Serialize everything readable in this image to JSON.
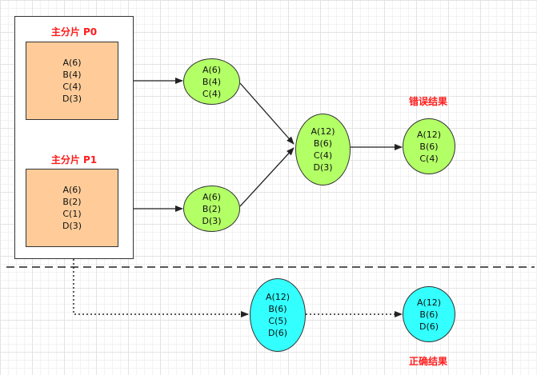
{
  "colors": {
    "shard_fill": "#ffcc99",
    "step_fill": "#b3ff66",
    "correct_fill": "#33ffff",
    "label_red": "#ff1a1a"
  },
  "shard_p0": {
    "title": "主分片 P0",
    "lines": [
      "A(6)",
      "B(4)",
      "C(4)",
      "D(3)"
    ]
  },
  "shard_p1": {
    "title": "主分片 P1",
    "lines": [
      "A(6)",
      "B(2)",
      "C(1)",
      "D(3)"
    ]
  },
  "node_p0_top": {
    "lines": [
      "A(6)",
      "B(4)",
      "C(4)"
    ]
  },
  "node_p1_top": {
    "lines": [
      "A(6)",
      "B(2)",
      "D(3)"
    ]
  },
  "node_merge": {
    "lines": [
      "A(12)",
      "B(6)",
      "C(4)",
      "D(3)"
    ]
  },
  "node_wrong": {
    "label": "错误结果",
    "lines": [
      "A(12)",
      "B(6)",
      "C(4)"
    ]
  },
  "node_full": {
    "lines": [
      "A(12)",
      "B(6)",
      "C(5)",
      "D(6)"
    ]
  },
  "node_correct": {
    "label": "正确结果",
    "lines": [
      "A(12)",
      "B(6)",
      "D(6)"
    ]
  }
}
